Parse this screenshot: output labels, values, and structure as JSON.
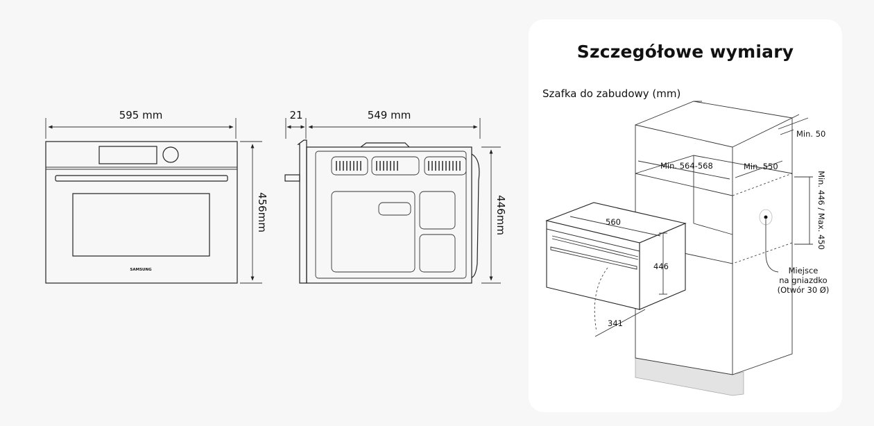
{
  "front_view": {
    "width_label": "595 mm",
    "height_label": "456mm",
    "brand_text": "SAMSUNG"
  },
  "side_view": {
    "offset_label": "21",
    "depth_label": "549 mm",
    "height_label": "446mm"
  },
  "panel": {
    "title": "Szczegółowe wymiary",
    "subtitle": "Szafka do zabudowy (mm)",
    "labels": {
      "min_50": "Min. 50",
      "min_width": "Min. 564-568",
      "min_depth": "Min. 550",
      "height_range": "Min. 446 / Max. 450",
      "oven_width": "560",
      "oven_height": "446",
      "door_swing": "341",
      "socket_line1": "Miejsce",
      "socket_line2": "na gniazdko",
      "socket_line3": "(Otwór 30 Ø)"
    }
  },
  "colors": {
    "background": "#f7f7f7",
    "card": "#ffffff",
    "line": "#222222"
  }
}
